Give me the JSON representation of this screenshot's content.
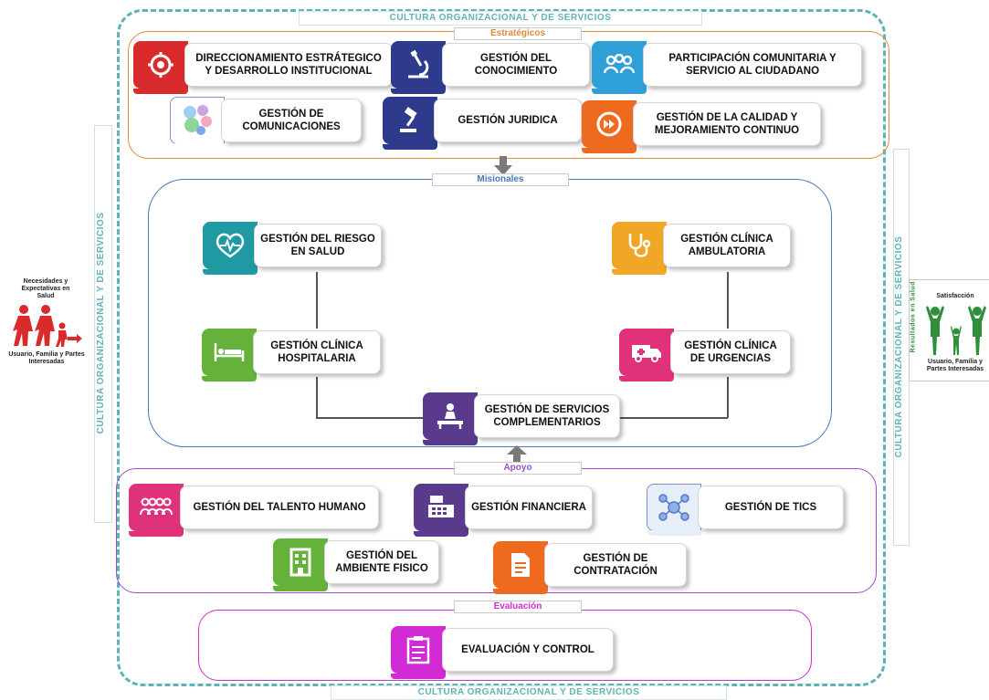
{
  "culture_label": "CULTURA ORGANIZACIONAL Y DE SERVICIOS",
  "sections": {
    "estrategicos": "Estratégicos",
    "misionales": "Misionales",
    "apoyo": "Apoyo",
    "evaluacion": "Evaluación"
  },
  "left_panel": {
    "needs": "Necesidades y Expectativas en Salud",
    "stakeholders": "Usuario, Familia y Partes Interesadas"
  },
  "right_panel": {
    "satisfaction": "Satisfacción",
    "results": "Resultados en Salud",
    "stakeholders": "Usuario, Familia y Partes Interesadas"
  },
  "processes": {
    "direccionamiento": "DIRECCIONAMIENTO ESTRÁTEGICO  Y DESARROLLO INSTITUCIONAL",
    "conocimiento": "GESTIÓN DEL CONOCIMIENTO",
    "participacion": "PARTICIPACIÓN COMUNITARIA Y SERVICIO AL CIUDADANO",
    "comunicaciones": "GESTIÓN  DE COMUNICACIONES",
    "juridica": "GESTIÓN JURIDICA",
    "calidad": "GESTIÓN DE LA CALIDAD Y MEJORAMIENTO CONTINUO",
    "riesgo": "GESTIÓN DEL RIESGO EN SALUD",
    "ambulatoria": "GESTIÓN CLÍNICA AMBULATORIA",
    "hospitalaria": "GESTIÓN CLÍNICA HOSPITALARIA",
    "urgencias": "GESTIÓN CLÍNICA DE URGENCIAS",
    "complementarios": "GESTIÓN DE SERVICIOS COMPLEMENTARIOS",
    "talento": "GESTIÓN DEL TALENTO HUMANO",
    "financiera": "GESTIÓN FINANCIERA",
    "tics": "GESTIÓN  DE TICS",
    "ambiente": "GESTIÓN DEL AMBIENTE FISICO",
    "contratacion": "GESTIÓN  DE CONTRATACIÓN",
    "evaluacion": "EVALUACIÓN  Y CONTROL"
  },
  "icons": {
    "direccionamiento": "compass-icon",
    "conocimiento": "microscope-icon",
    "participacion": "community-icon",
    "comunicaciones": "communication-icon",
    "juridica": "gavel-icon",
    "calidad": "fast-forward-icon",
    "riesgo": "heart-pulse-icon",
    "ambulatoria": "stethoscope-icon",
    "hospitalaria": "hospital-bed-icon",
    "urgencias": "ambulance-icon",
    "complementarios": "therapy-icon",
    "talento": "people-icon",
    "financiera": "cash-register-icon",
    "tics": "network-icon",
    "ambiente": "building-icon",
    "contratacion": "document-icon",
    "evaluacion": "checklist-icon"
  },
  "colors": {
    "culture": "#5fb3b8",
    "estrategicos": "#e08a3c",
    "misionales": "#4a78b5",
    "apoyo": "#9b4fc8",
    "evaluacion": "#d12bd6",
    "direccionamiento": "#d92b2b",
    "conocimiento": "#2e3a8c",
    "participacion": "#2f9fd8",
    "juridica": "#2e3a8c",
    "calidad": "#ee6a1f",
    "riesgo": "#1f9aa3",
    "ambulatoria": "#f0a726",
    "hospitalaria": "#64b23a",
    "urgencias": "#e0327a",
    "complementarios": "#5a3a8c",
    "talento": "#e0327a",
    "financiera": "#5a3a8c",
    "ambiente": "#64b23a",
    "contratacion": "#ee6a1f",
    "evaluacion_icon": "#d12bd6",
    "left_people": "#d92b2b",
    "right_people": "#2f8f3a"
  }
}
